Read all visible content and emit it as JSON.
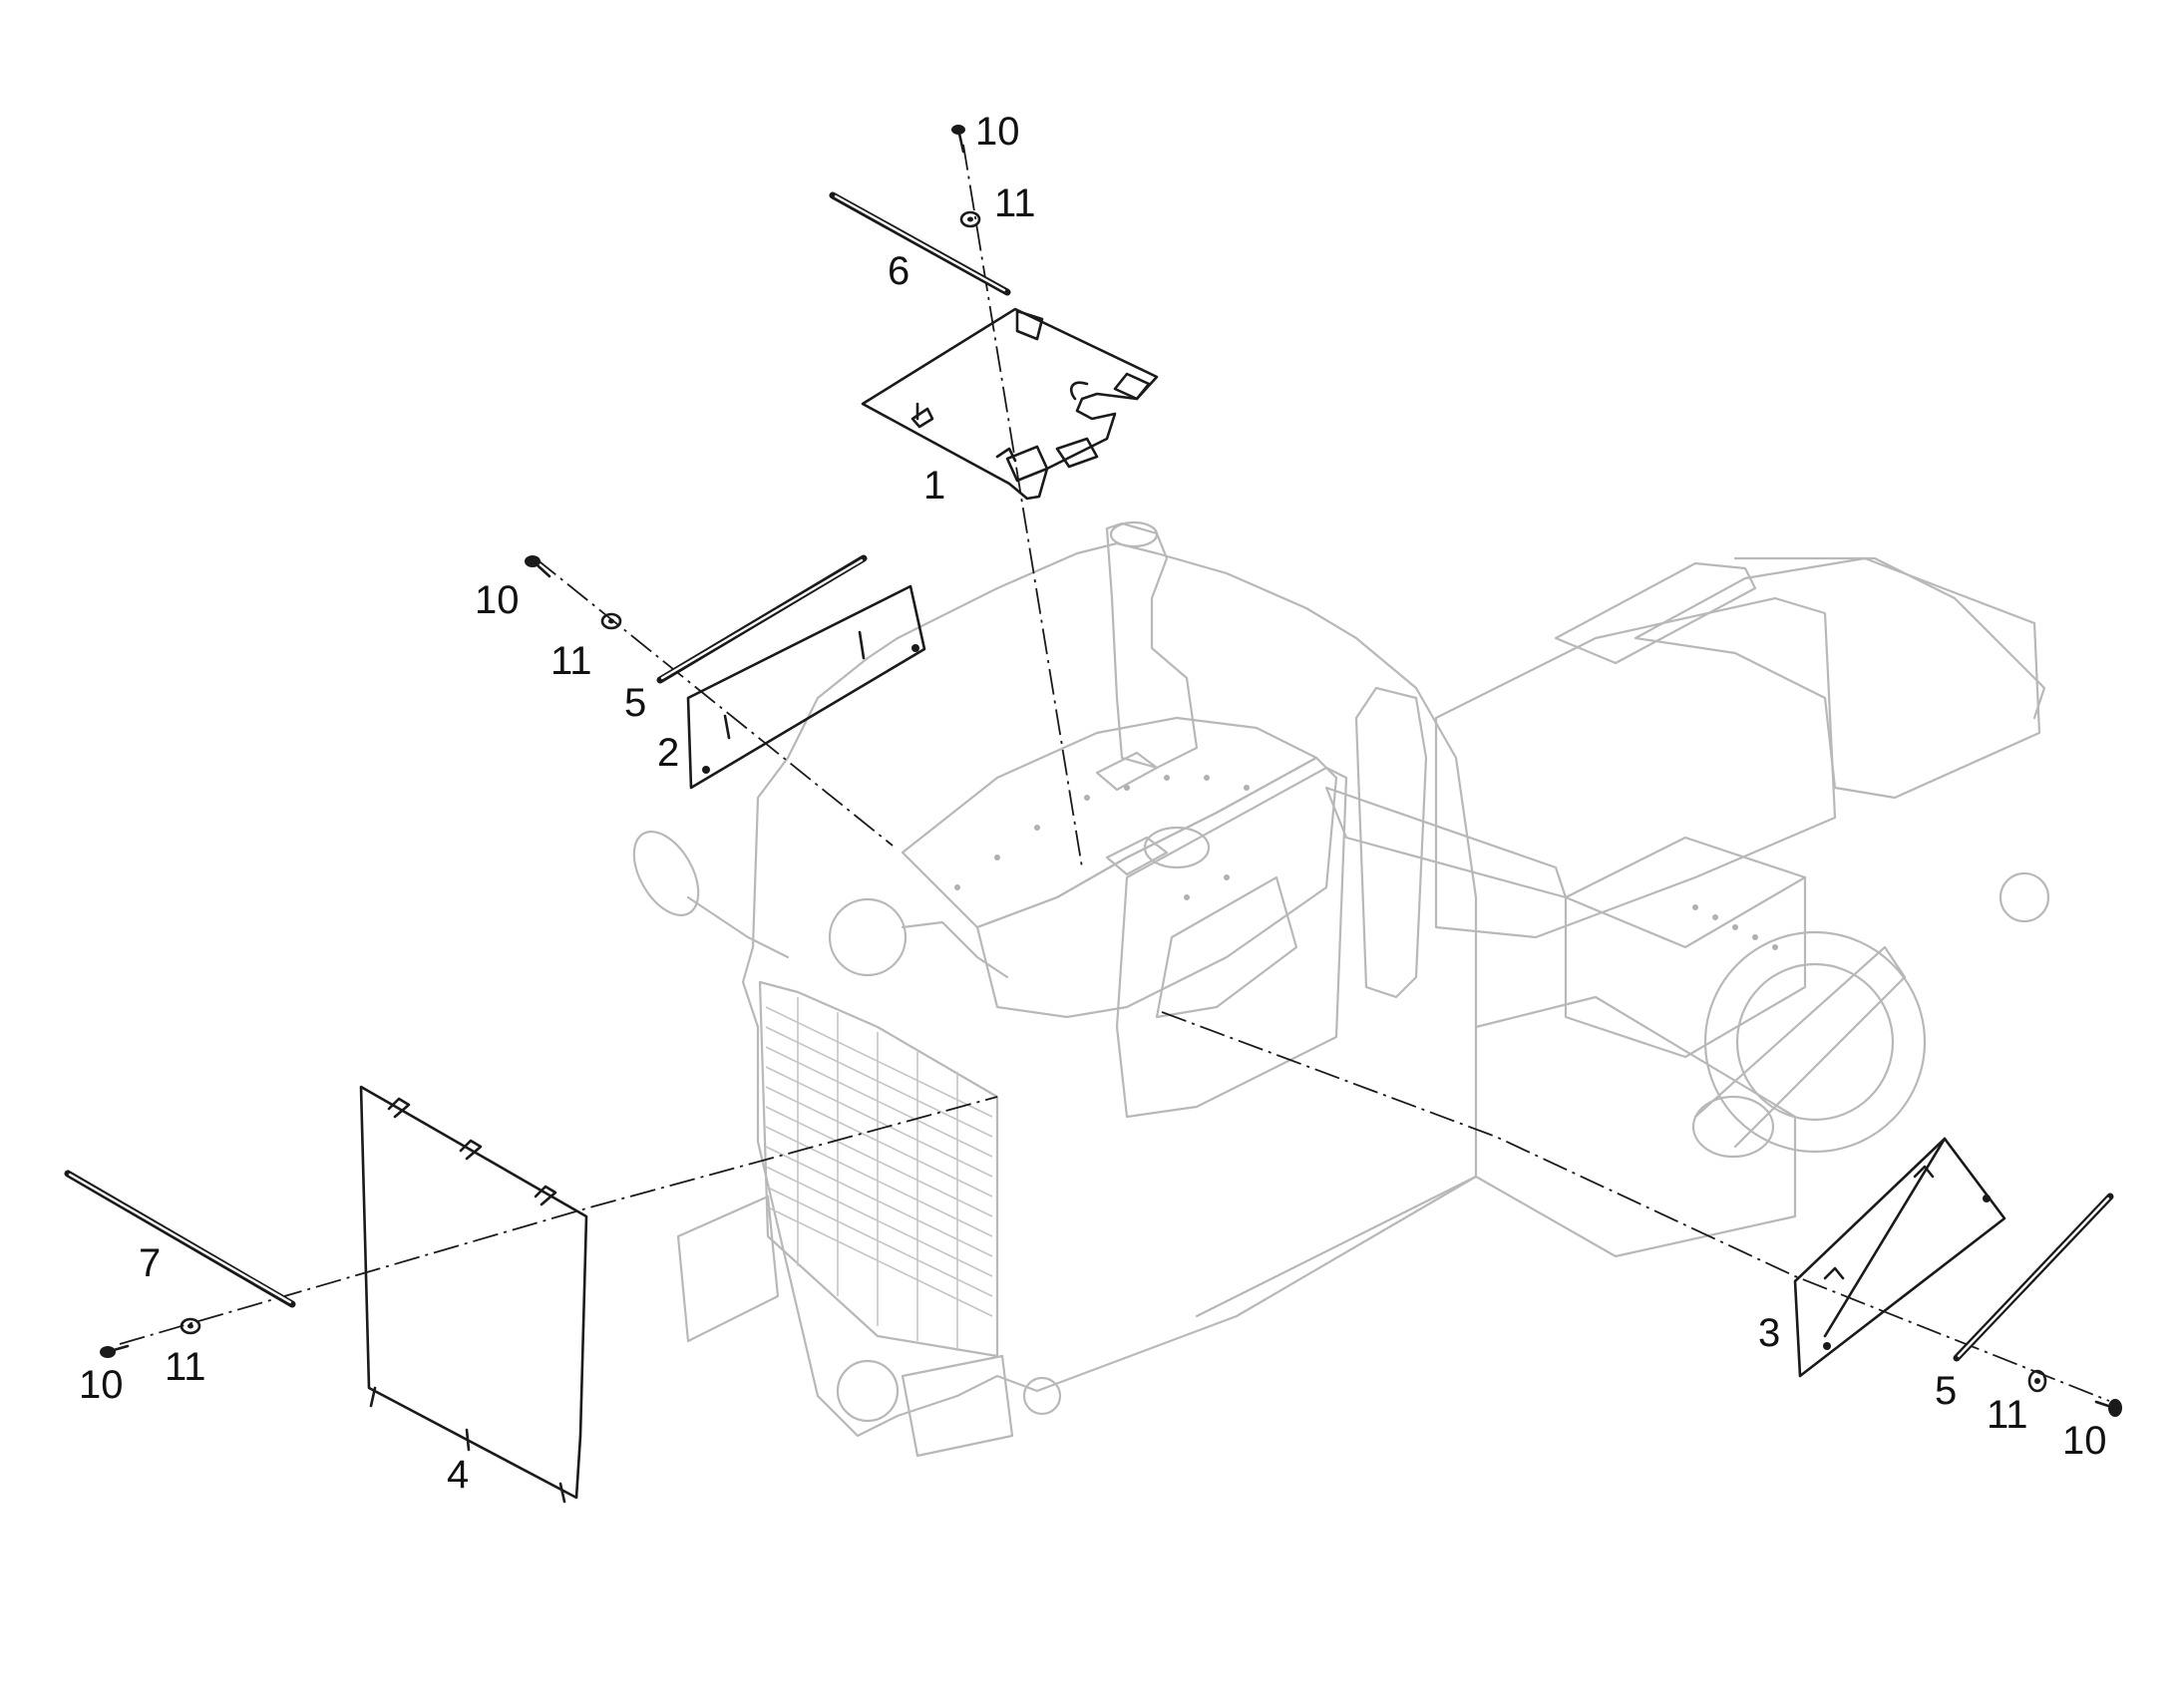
{
  "callouts": {
    "top_10": "10",
    "top_11": "11",
    "top_6": "6",
    "top_1": "1",
    "left_10": "10",
    "left_11": "11",
    "left_5": "5",
    "left_2": "2",
    "front_7": "7",
    "front_10": "10",
    "front_11": "11",
    "front_4": "4",
    "right_3": "3",
    "right_5": "5",
    "right_11": "11",
    "right_10": "10"
  },
  "colors": {
    "parts": "#1a1a1a",
    "background_frame": "#b8b8b8",
    "background": "#ffffff"
  }
}
